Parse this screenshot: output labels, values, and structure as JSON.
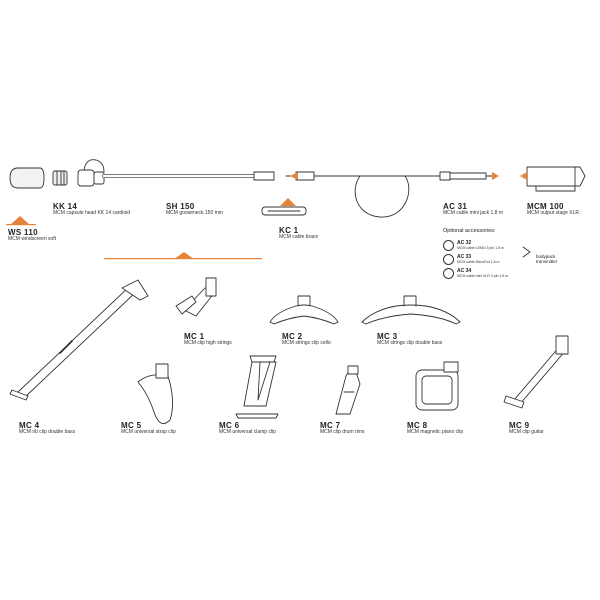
{
  "colors": {
    "accent": "#e8833a",
    "line": "#333333"
  },
  "top_row": [
    {
      "id": "ws110",
      "code": "WS 110",
      "desc": "MCM windscreen soft"
    },
    {
      "id": "kk14",
      "code": "KK 14",
      "desc": "MCM capsule head KK 14 cardioid"
    },
    {
      "id": "sh150",
      "code": "SH 150",
      "desc": "MCM gooseneck 150 mm"
    },
    {
      "id": "kc1",
      "code": "KC 1",
      "desc": "MCM cable brace"
    },
    {
      "id": "ac31",
      "code": "AC 31",
      "desc": "MCM cable mini jack 1.8 m"
    },
    {
      "id": "mcm100",
      "code": "MCM 100",
      "desc": "MCM output stage XLR"
    }
  ],
  "optional_accessories": {
    "title": "Optional accessories:",
    "items": [
      {
        "code": "AC 32",
        "desc": "MCM cable LEMO 3 pin 1.8 m"
      },
      {
        "code": "AC 33",
        "desc": "MCM cable MicroDot 1.8 m"
      },
      {
        "code": "AC 34",
        "desc": "MCM cable mini XLR 4 pin 1.8 m"
      }
    ],
    "bodypack_line1": "bodypack",
    "bodypack_line2": "transmitter"
  },
  "clips": [
    {
      "id": "mc1",
      "code": "MC 1",
      "desc": "MCM clip high strings"
    },
    {
      "id": "mc2",
      "code": "MC 2",
      "desc": "MCM strings clip cello"
    },
    {
      "id": "mc3",
      "code": "MC 3",
      "desc": "MCM strings clip double bass"
    },
    {
      "id": "mc4",
      "code": "MC 4",
      "desc": "MCM rib clip double bass"
    },
    {
      "id": "mc5",
      "code": "MC 5",
      "desc": "MCM universal strap clip"
    },
    {
      "id": "mc6",
      "code": "MC 6",
      "desc": "MCM universal clamp clip"
    },
    {
      "id": "mc7",
      "code": "MC 7",
      "desc": "MCM clip drum rims"
    },
    {
      "id": "mc8",
      "code": "MC 8",
      "desc": "MCM magnetic piano clip"
    },
    {
      "id": "mc9",
      "code": "MC 9",
      "desc": "MCM clip guitar"
    }
  ]
}
